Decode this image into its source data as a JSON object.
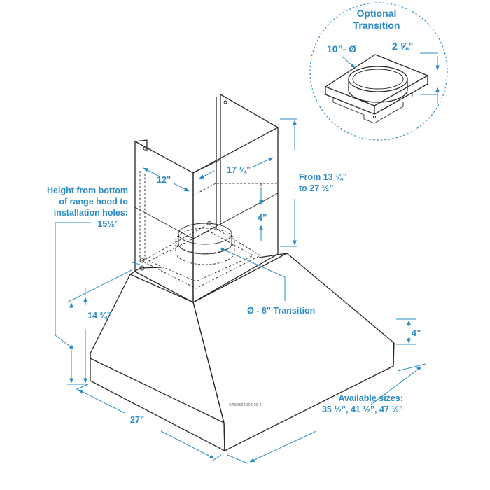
{
  "labels": {
    "optional_transition_line1": "Optional",
    "optional_transition_line2": "Transition",
    "transition_diameter": "10”- Ø",
    "transition_height": "2 ⅝”",
    "chimney_height_line1": "From 13 ¼”",
    "chimney_height_line2": "to 27 ½”",
    "chimney_width": "12”",
    "chimney_depth": "17 ¼”",
    "hole_height_line1": "Height from bottom",
    "hole_height_line2": "of range hood to",
    "hole_height_line3": "installation holes:",
    "hole_height_value": "15½”",
    "collar_height": "4”",
    "duct_transition": "Ø - 8” Transition",
    "hood_height": "14 ¾”",
    "front_depth": "4”",
    "hood_depth": "27”",
    "sizes_line1": "Available sizes:",
    "sizes_line2": "35 ½”, 41 ½”, 47 ½”",
    "model_code": "CAS2522D08-20-4"
  },
  "colors": {
    "dimension": "#2a8cc4",
    "outline": "#2a2a2a",
    "background": "#ffffff"
  }
}
